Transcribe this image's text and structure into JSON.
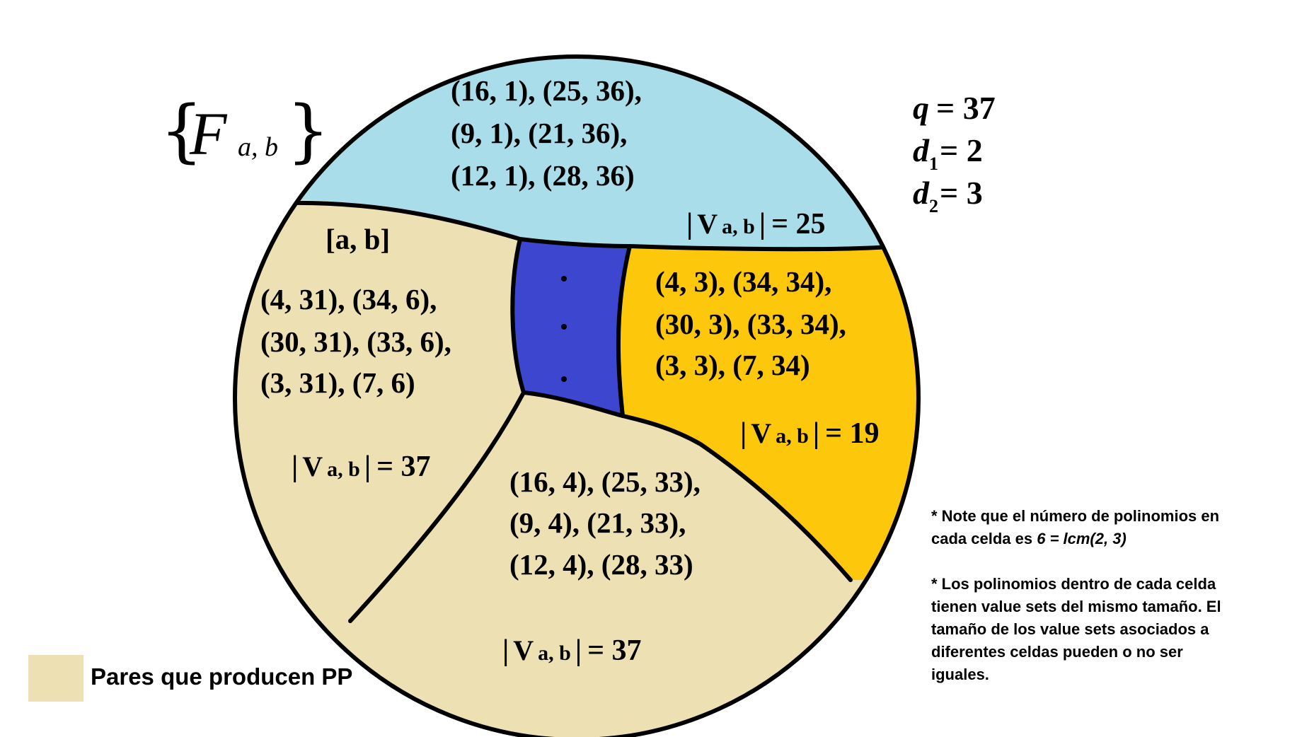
{
  "family": {
    "open_brace": "{",
    "symbol": "F",
    "subscript": "a, b",
    "close_brace": "}"
  },
  "params": [
    {
      "var": "q",
      "sub": "",
      "rest": "= 37"
    },
    {
      "var": "d",
      "sub": "1",
      "rest": "= 2"
    },
    {
      "var": "d",
      "sub": "2",
      "rest": "= 3"
    }
  ],
  "cells": {
    "top": {
      "color": "#a8dde9",
      "pairs": [
        "(16, 1), (25, 36),",
        "(9, 1), (21, 36),",
        "(12, 1), (28, 36)"
      ],
      "vsize": {
        "v": "V",
        "sub": "a, b",
        "value": "= 25"
      }
    },
    "left": {
      "color": "#ede0b2",
      "header": "[a, b]",
      "pairs": [
        "(4, 31), (34, 6),",
        "(30, 31), (33, 6),",
        "(3, 31), (7, 6)"
      ],
      "vsize": {
        "v": "V",
        "sub": "a, b",
        "value": "= 37"
      }
    },
    "middle": {
      "color": "#3c46cf",
      "dots": ".:."
    },
    "right": {
      "color": "#fdc70c",
      "pairs": [
        "(4, 3), (34, 34),",
        "(30, 3), (33, 34),",
        "(3, 3), (7, 34)"
      ],
      "vsize": {
        "v": "V",
        "sub": "a, b",
        "value": "= 19"
      }
    },
    "bottom": {
      "color": "#ede0b2",
      "pairs": [
        "(16, 4), (25, 33),",
        "(9, 4), (21, 33),",
        "(12, 4), (28, 33)"
      ],
      "vsize": {
        "v": "V",
        "sub": "a, b",
        "value": "= 37"
      }
    }
  },
  "notes": {
    "note1_line1": "* Note que el número de polinomios en",
    "note1_line2_prefix": "cada celda es ",
    "note1_line2_formula": "6 = lcm(2, 3)",
    "note2_lines": [
      "* Los polinomios dentro de cada celda",
      "tienen value sets del mismo tamaño. El",
      "tamaño de los value sets asociados a",
      "diferentes celdas pueden o no ser",
      "iguales."
    ]
  },
  "legend": {
    "label": "Pares que producen PP",
    "color": "#ede0b2"
  }
}
